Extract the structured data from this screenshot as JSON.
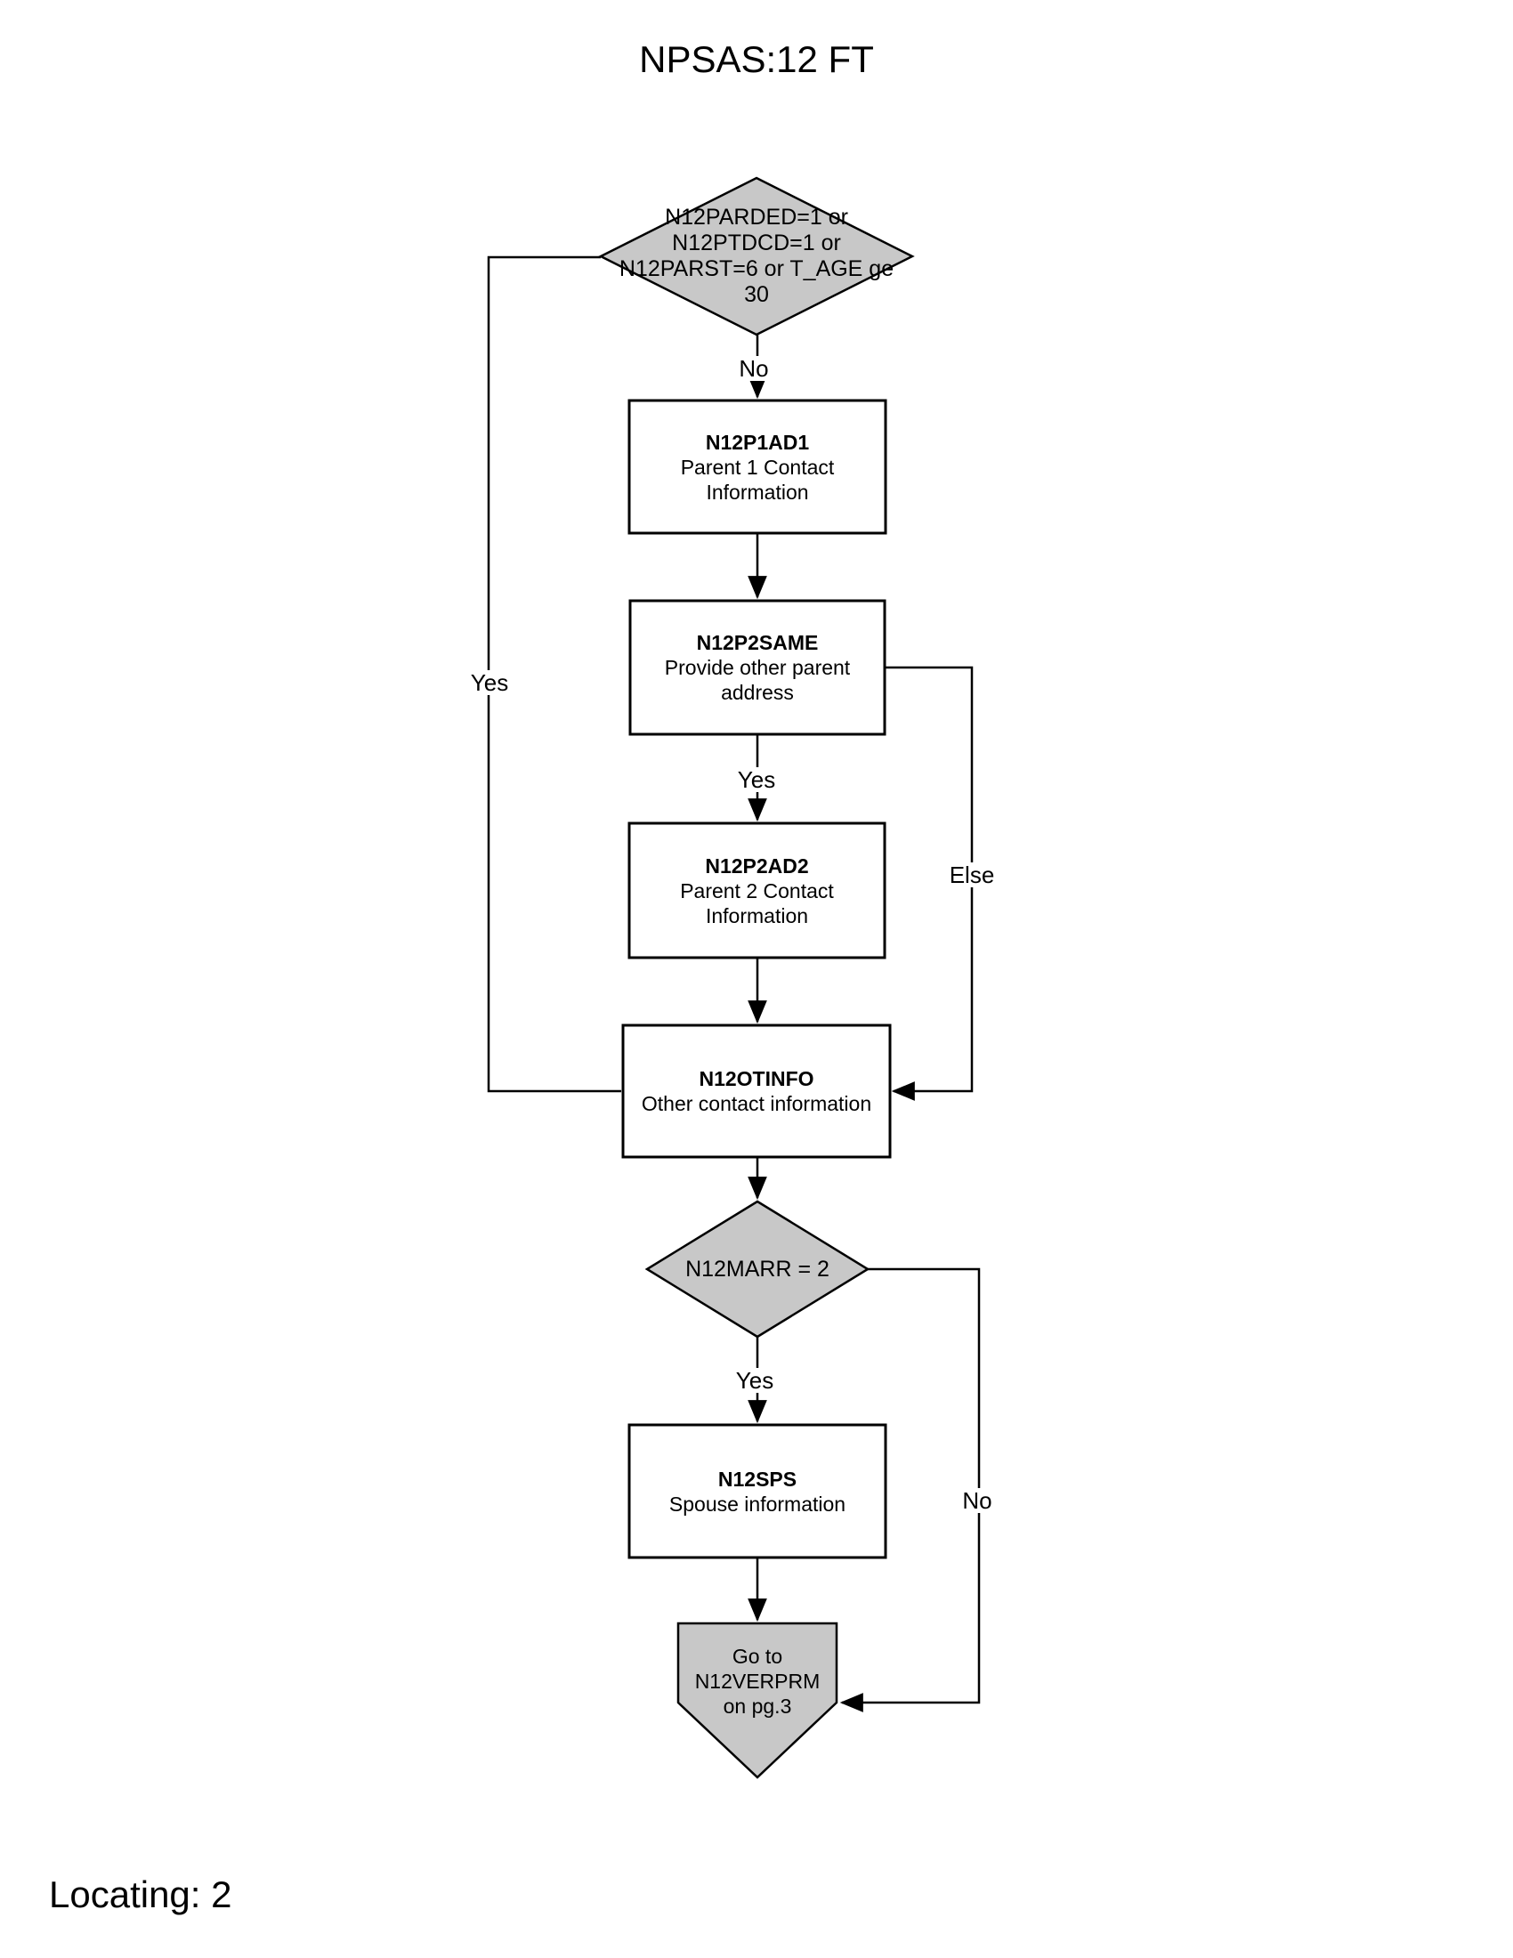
{
  "page": {
    "title": "NPSAS:12 FT",
    "footer": "Locating: 2"
  },
  "colors": {
    "decision_fill": "#c8c8c8",
    "process_fill": "#ffffff",
    "terminator_fill": "#c8c8c8",
    "line": "#000000"
  },
  "nodes": {
    "decision_parent_status": {
      "line1": "N12PARDED=1 or",
      "line2": "N12PTDCD=1 or",
      "line3": "N12PARST=6 or T_AGE ge",
      "line4": "30"
    },
    "p1ad1": {
      "name": "N12P1AD1",
      "desc1": "Parent 1 Contact",
      "desc2": "Information"
    },
    "p2same": {
      "name": "N12P2SAME",
      "desc1": "Provide other parent",
      "desc2": "address"
    },
    "p2ad2": {
      "name": "N12P2AD2",
      "desc1": "Parent 2 Contact",
      "desc2": "Information"
    },
    "otinfo": {
      "name": "N12OTINFO",
      "desc1": "Other contact information"
    },
    "decision_marr": {
      "text": "N12MARR = 2"
    },
    "sps": {
      "name": "N12SPS",
      "desc1": "Spouse information"
    },
    "goto_verprm": {
      "line1": "Go to",
      "line2": "N12VERPRM",
      "line3": "on pg.3"
    }
  },
  "edge_labels": {
    "no_top": "No",
    "yes_left": "Yes",
    "yes_mid": "Yes",
    "else_right": "Else",
    "yes_bottom": "Yes",
    "no_right": "No"
  }
}
